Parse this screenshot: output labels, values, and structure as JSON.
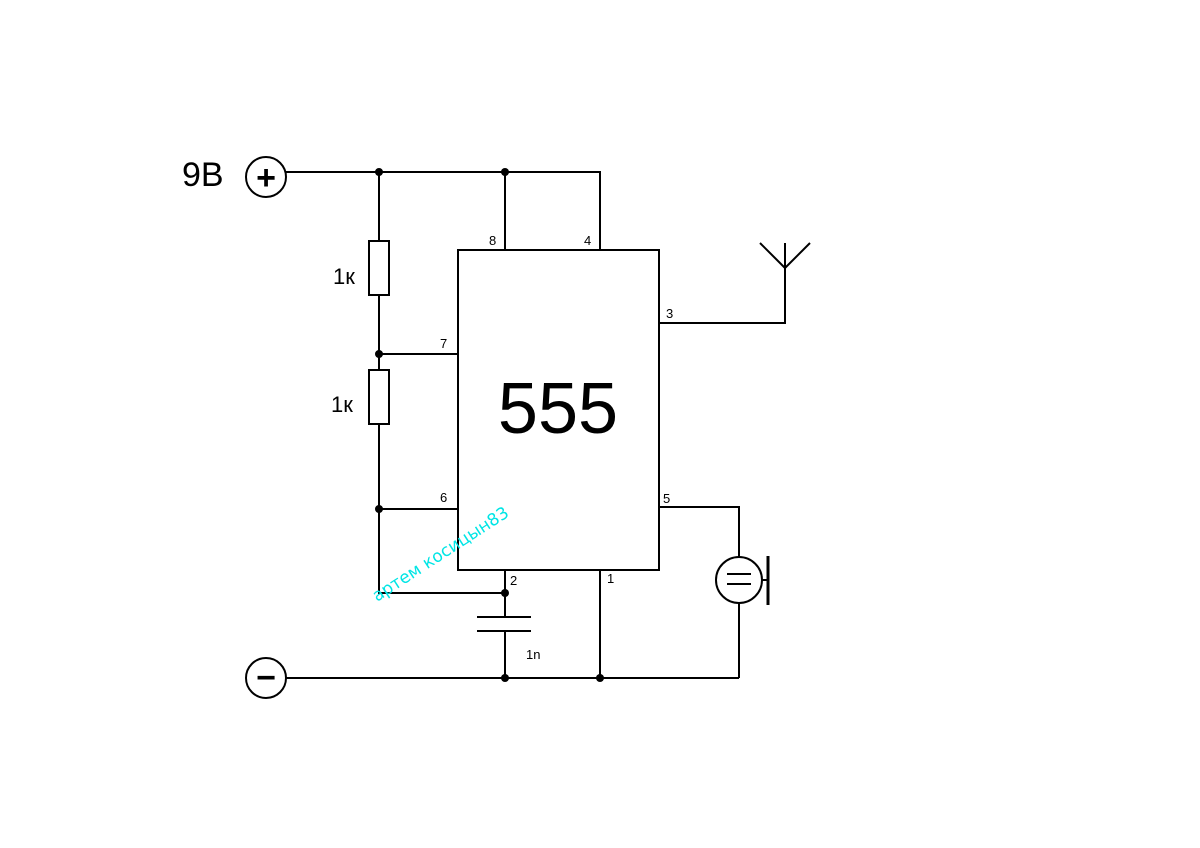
{
  "supply": {
    "voltage_label": "9B",
    "positive_symbol": "+",
    "negative_symbol": "−"
  },
  "chip": {
    "label": "555",
    "pins": {
      "p1": "1",
      "p2": "2",
      "p3": "3",
      "p4": "4",
      "p5": "5",
      "p6": "6",
      "p7": "7",
      "p8": "8"
    }
  },
  "components": {
    "resistor_top": "1к",
    "resistor_bottom": "1к",
    "capacitor": "1n"
  },
  "watermark": {
    "text": "артем косицын83",
    "color": "#00e5e5"
  },
  "icons": {
    "antenna": "antenna-icon",
    "speaker": "speaker-icon"
  }
}
